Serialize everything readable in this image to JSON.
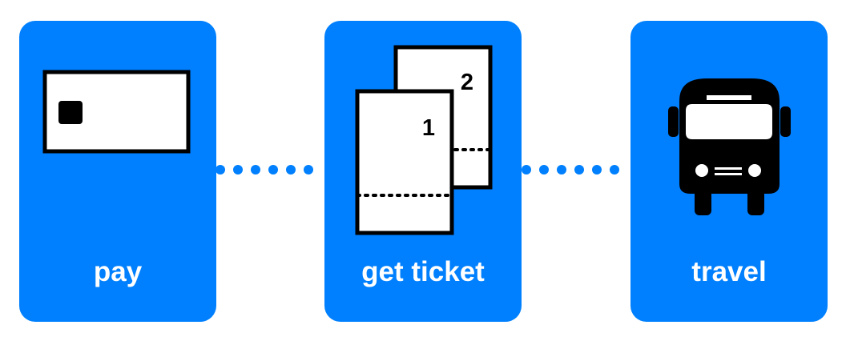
{
  "colors": {
    "card": "#0080ff",
    "connector": "#0080ff",
    "icon_fill": "#ffffff",
    "icon_stroke": "#000000"
  },
  "steps": [
    {
      "label": "pay",
      "icon": "credit-card-icon"
    },
    {
      "label": "get ticket",
      "icon": "tickets-icon",
      "ticket_numbers": [
        "1",
        "2"
      ]
    },
    {
      "label": "travel",
      "icon": "bus-icon"
    }
  ]
}
